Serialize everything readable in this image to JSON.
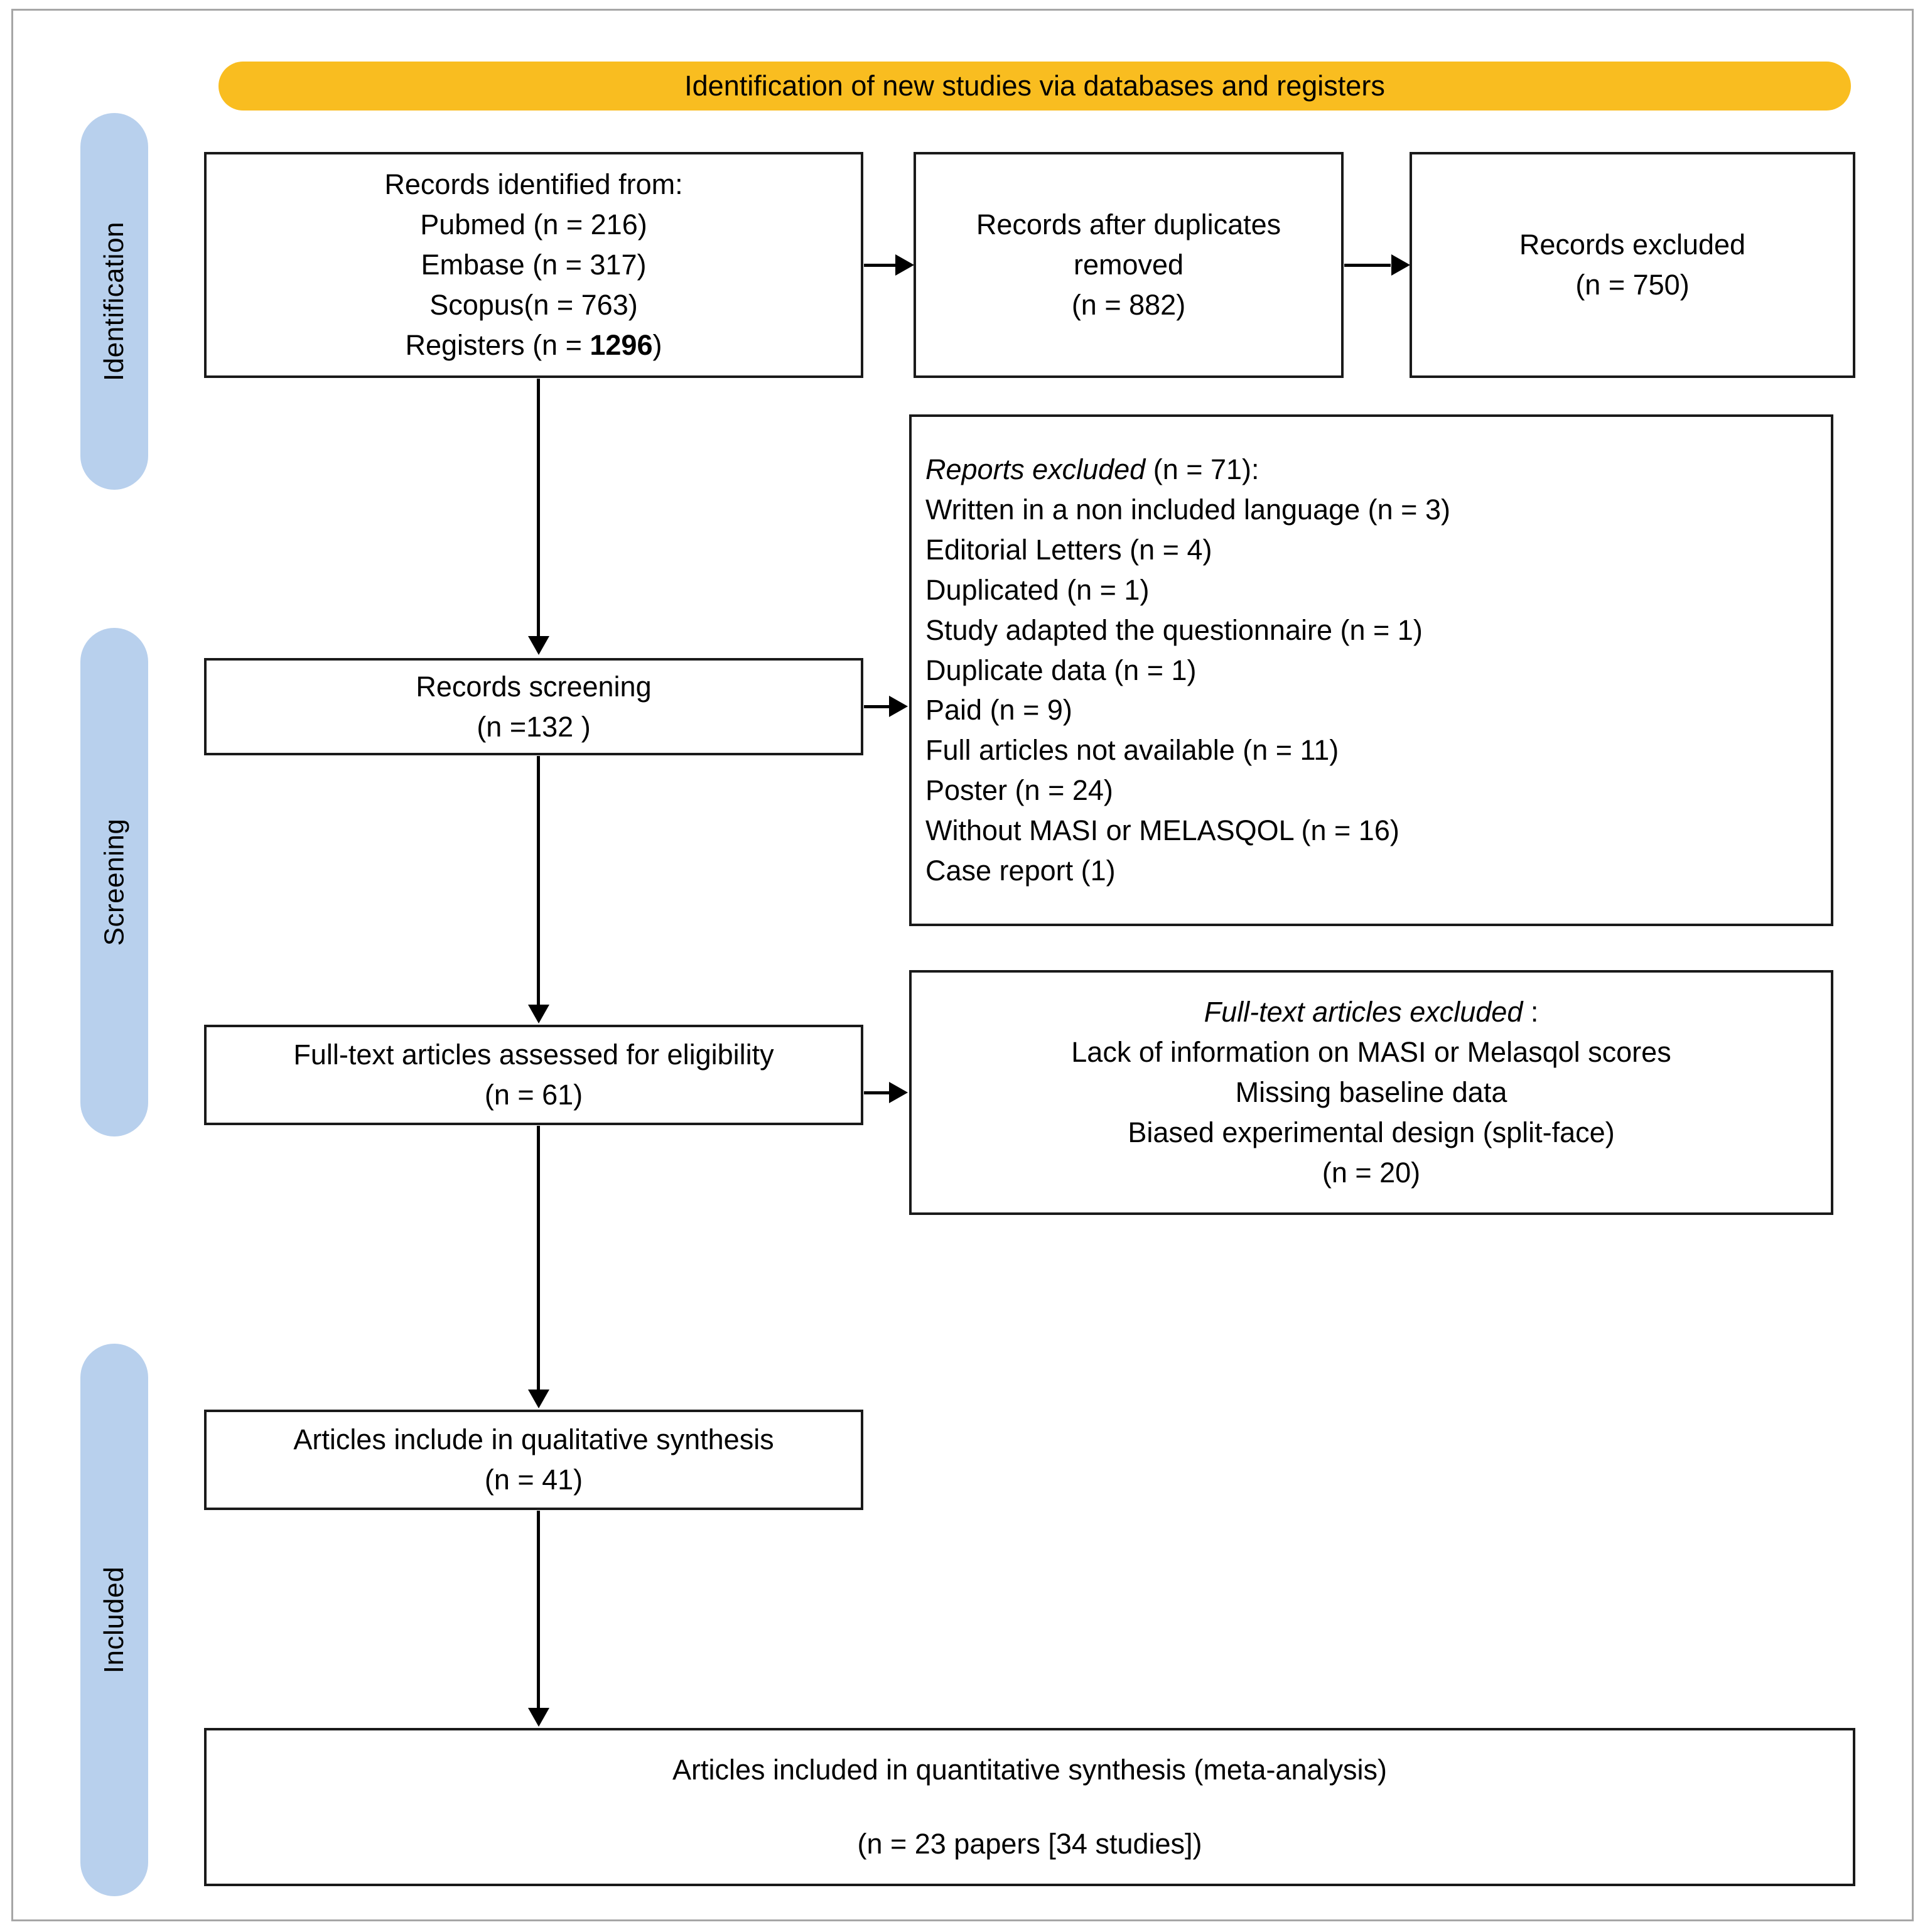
{
  "banner": {
    "title": "Identification of new studies via databases and registers",
    "color": "#f9bd20"
  },
  "stages": [
    {
      "label": "Identification"
    },
    {
      "label": "Screening"
    },
    {
      "label": "Included"
    }
  ],
  "stage_color": "#b8d0ed",
  "boxes": {
    "identified": {
      "lines": [
        "Records identified from:",
        "Pubmed (n = 216)",
        "Embase (n = 317)",
        "Scopus(n = 763)"
      ],
      "registers_prefix": "Registers (n = ",
      "registers_value": "1296",
      "registers_suffix": ")"
    },
    "after_duplicates": {
      "lines": [
        "Records after duplicates",
        "removed",
        "(n = 882)"
      ]
    },
    "records_excluded": {
      "lines": [
        "Records excluded",
        "(n = 750)"
      ]
    },
    "records_screening": {
      "lines": [
        "Records screening",
        "(n =132 )"
      ]
    },
    "reports_excluded": {
      "heading_italic": "Reports excluded",
      "heading_rest": " (n = 71):",
      "items": [
        "Written in a non included language (n = 3)",
        "Editorial Letters (n = 4)",
        "Duplicated (n = 1)",
        "Study adapted the questionnaire (n = 1)",
        "Duplicate data (n = 1)",
        "Paid (n = 9)",
        "Full articles not available (n = 11)",
        "Poster (n = 24)",
        "Without MASI or MELASQOL (n = 16)",
        "Case report (1)"
      ]
    },
    "fulltext_assessed": {
      "lines": [
        "Full-text articles assessed for eligibility",
        "(n = 61)"
      ]
    },
    "fulltext_excluded": {
      "heading_italic": "Full-text articles excluded",
      "heading_rest": " :",
      "items": [
        "Lack of information on MASI or Melasqol scores",
        "Missing baseline data",
        "Biased experimental design (split-face)",
        "(n = 20)"
      ]
    },
    "qualitative": {
      "lines": [
        "Articles include in qualitative synthesis",
        "(n = 41)"
      ]
    },
    "quantitative": {
      "lines": [
        "Articles included in quantitative synthesis (meta-analysis)",
        "(n = 23 papers [34 studies])"
      ]
    }
  }
}
